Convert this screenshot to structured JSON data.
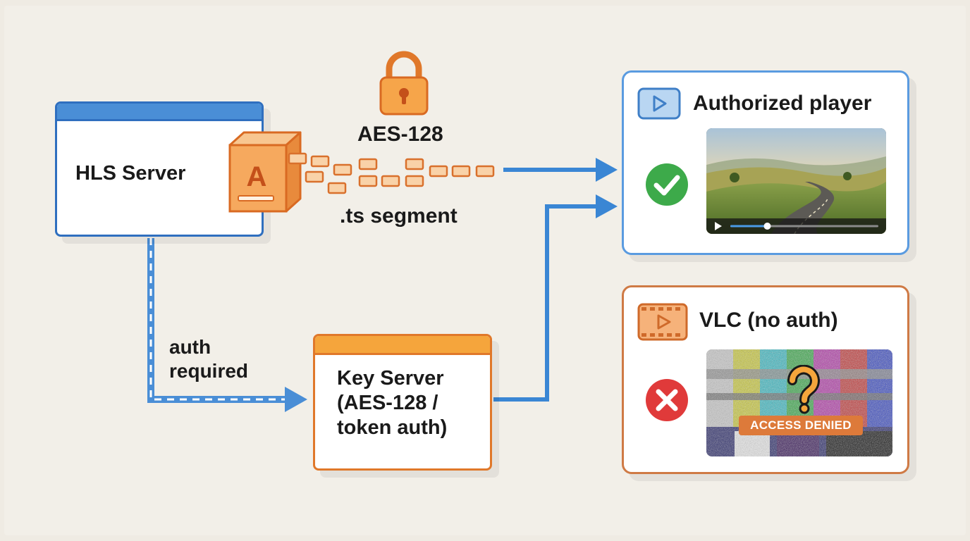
{
  "hls_server": {
    "label": "HLS Server"
  },
  "key_server": {
    "line1": "Key Server",
    "line2": "(AES-128 /",
    "line3": "token auth)"
  },
  "encryption": {
    "label": "AES-128",
    "cube_letter": "A"
  },
  "segment": {
    "label": ".ts segment"
  },
  "auth_link": {
    "line1": "auth",
    "line2": "required"
  },
  "authorized_player": {
    "title": "Authorized player",
    "status": "success",
    "status_icon": "checkmark-icon",
    "playback_progress": 0.25
  },
  "vlc_player": {
    "title": "VLC (no auth)",
    "status": "error",
    "status_icon": "x-mark-icon",
    "overlay_text": "ACCESS DENIED",
    "overlay_icon": "question-mark-icon"
  },
  "colors": {
    "blue_border": "#2f6fbf",
    "blue_bar": "#4a8ed6",
    "orange_border": "#e0782a",
    "orange_fill": "#f5a53c",
    "success_green": "#3daa4a",
    "error_red": "#e03a3a",
    "arrow_blue": "#3a86d4"
  }
}
